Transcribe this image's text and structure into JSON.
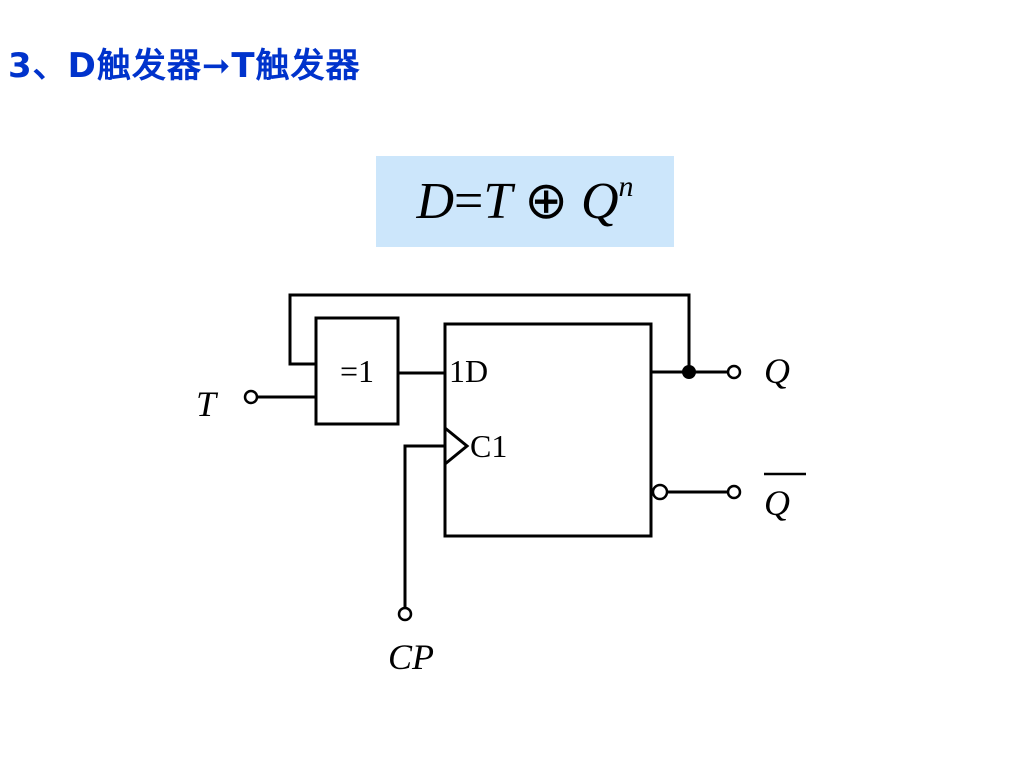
{
  "title": "3、D触发器➞T触发器",
  "formula": {
    "lhs": "D",
    "eq": "=",
    "t": "T",
    "op": "⊕",
    "q": "Q",
    "sup": "n"
  },
  "circuit": {
    "xor_label": "=1",
    "d_input_label": "1D",
    "clock_label": "C1",
    "input_t": "T",
    "output_q": "Q",
    "output_qbar": "Q",
    "clock_input": "CP"
  }
}
